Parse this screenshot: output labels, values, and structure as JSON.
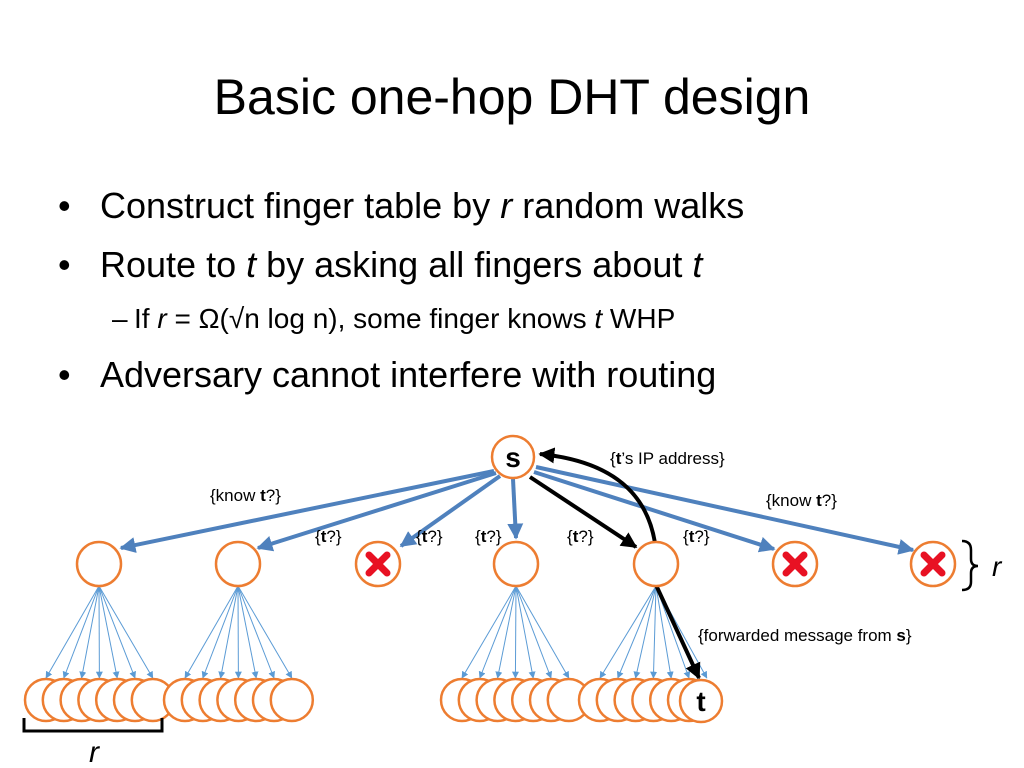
{
  "slide": {
    "title": "Basic one-hop DHT design",
    "bullet_char": "•",
    "dash_char": "–",
    "bullets": [
      {
        "pre": "Construct finger table by ",
        "em": "r",
        "post": " random walks"
      },
      {
        "pre": "Route to ",
        "em": "t",
        "mid": " by asking all fingers about ",
        "em2": "t"
      },
      {
        "pre": "If ",
        "em": "r",
        "mid": " = Ω(√n log n), some finger knows ",
        "em2": "t",
        "post": " WHP"
      },
      {
        "text": "Adversary cannot interfere with routing"
      }
    ]
  },
  "diagram": {
    "source_label": "s",
    "target_label": "t",
    "r_label": "r",
    "query_labels": {
      "know_t_pre": "{know ",
      "t_bold": "t",
      "know_t_post": "?}",
      "short_pre": "{",
      "short_post": "?}"
    },
    "reply_label": {
      "pre": "{",
      "bold": "t",
      "post": "’s IP address}"
    },
    "forward_label": {
      "pre": "{forwarded message from ",
      "bold": "s",
      "post": "}"
    },
    "colors": {
      "node_stroke": "#ED7D31",
      "arrow_blue": "#4F81BD",
      "fan_blue": "#5B9BD5",
      "cross_red": "#E81123",
      "text": "#000000"
    }
  }
}
